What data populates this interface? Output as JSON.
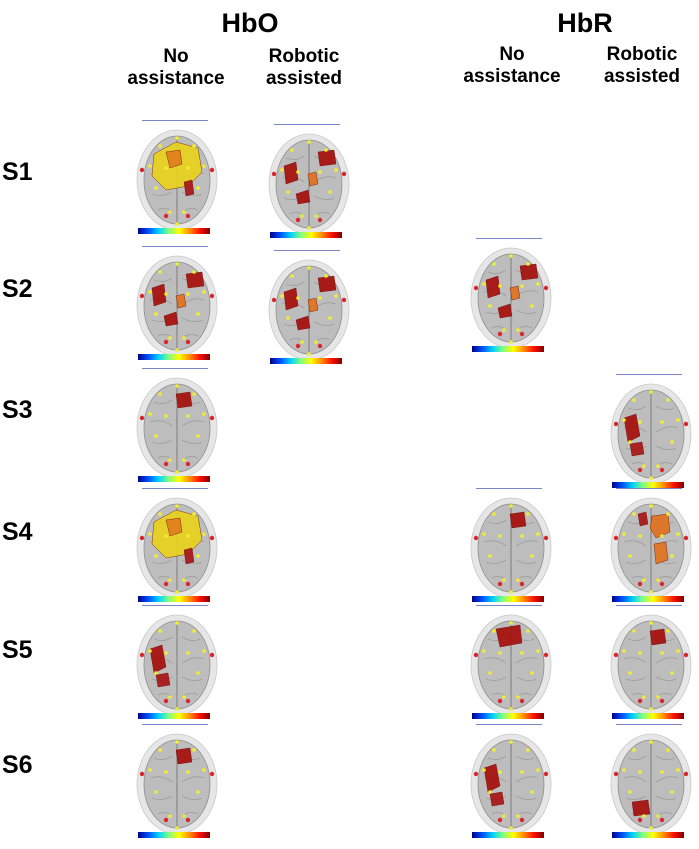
{
  "groups": [
    {
      "title": "HbO",
      "columns": [
        "No\nassistance",
        "Robotic\nassisted"
      ]
    },
    {
      "title": "HbR",
      "columns": [
        "No\nassistance",
        "Robotic\nassisted"
      ]
    }
  ],
  "rows": [
    "S1",
    "S2",
    "S3",
    "S4",
    "S5",
    "S6"
  ],
  "panels": [
    {
      "row": "S1",
      "group": "HbO",
      "col": "No assistance",
      "pattern": "diffuse-yellow"
    },
    {
      "row": "S1",
      "group": "HbO",
      "col": "Robotic assisted",
      "pattern": "red-patches"
    },
    {
      "row": "S2",
      "group": "HbO",
      "col": "No assistance",
      "pattern": "red-patches"
    },
    {
      "row": "S2",
      "group": "HbO",
      "col": "Robotic assisted",
      "pattern": "red-patches"
    },
    {
      "row": "S2",
      "group": "HbR",
      "col": "No assistance",
      "pattern": "red-patches"
    },
    {
      "row": "S3",
      "group": "HbO",
      "col": "No assistance",
      "pattern": "small-red"
    },
    {
      "row": "S3",
      "group": "HbR",
      "col": "Robotic assisted",
      "pattern": "left-red"
    },
    {
      "row": "S4",
      "group": "HbO",
      "col": "No assistance",
      "pattern": "diffuse-yellow"
    },
    {
      "row": "S4",
      "group": "HbR",
      "col": "No assistance",
      "pattern": "small-red"
    },
    {
      "row": "S4",
      "group": "HbR",
      "col": "Robotic assisted",
      "pattern": "orange-center"
    },
    {
      "row": "S5",
      "group": "HbO",
      "col": "No assistance",
      "pattern": "left-red"
    },
    {
      "row": "S5",
      "group": "HbR",
      "col": "No assistance",
      "pattern": "top-red"
    },
    {
      "row": "S5",
      "group": "HbR",
      "col": "Robotic assisted",
      "pattern": "small-red"
    },
    {
      "row": "S6",
      "group": "HbO",
      "col": "No assistance",
      "pattern": "small-red"
    },
    {
      "row": "S6",
      "group": "HbR",
      "col": "No assistance",
      "pattern": "left-red"
    },
    {
      "row": "S6",
      "group": "HbR",
      "col": "Robotic assisted",
      "pattern": "bottom-red"
    }
  ],
  "colors": {
    "brain": "#bdbdbd",
    "brain_dark": "#8f8f8f",
    "skull": "#e6e6e6",
    "optode_yellow": "#f2ee2e",
    "optode_red": "#d8262c",
    "patch_red": "#a5120f",
    "patch_orange": "#e0701a",
    "patch_yellow": "#e9d21a"
  }
}
